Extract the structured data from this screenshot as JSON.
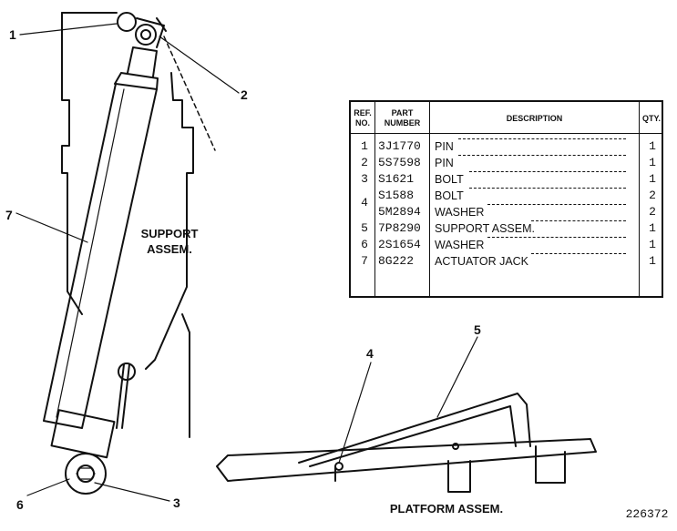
{
  "callouts": [
    "1",
    "2",
    "7",
    "6",
    "3",
    "4",
    "5"
  ],
  "labels": {
    "support_line1": "SUPPORT",
    "support_line2": "ASSEM.",
    "platform": "PLATFORM ASSEM.",
    "drawing_number": "226372"
  },
  "table": {
    "headers": {
      "ref": "REF. NO.",
      "part": "PART NUMBER",
      "description": "DESCRIPTION",
      "qty": "QTY."
    },
    "rows": [
      {
        "ref": "1",
        "part": "3J1770",
        "description": "PIN",
        "qty": "1"
      },
      {
        "ref": "2",
        "part": "5S7598",
        "description": "PIN",
        "qty": "1"
      },
      {
        "ref": "3",
        "part": "S1621",
        "description": "BOLT",
        "qty": "1"
      },
      {
        "ref": "4",
        "part": "S1588",
        "description": "BOLT",
        "qty": "2"
      },
      {
        "ref": "",
        "part": "5M2894",
        "description": "WASHER",
        "qty": "2"
      },
      {
        "ref": "5",
        "part": "7P8290",
        "description": "SUPPORT ASSEM.",
        "qty": "1"
      },
      {
        "ref": "6",
        "part": "2S1654",
        "description": "WASHER",
        "qty": "1"
      },
      {
        "ref": "7",
        "part": "8G222",
        "description": "ACTUATOR JACK",
        "qty": "1"
      }
    ]
  }
}
